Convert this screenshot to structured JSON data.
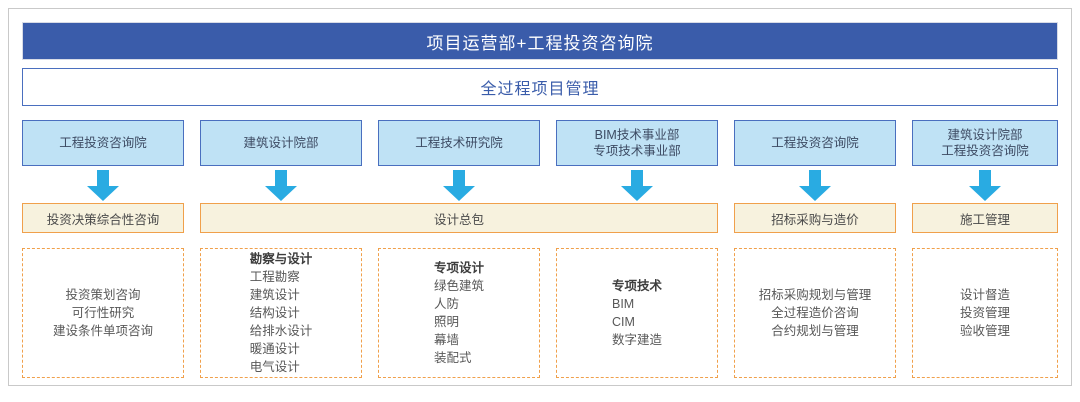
{
  "diagram": {
    "title": "项目运营部+工程投资咨询院",
    "subtitle": "全过程项目管理",
    "colors": {
      "title_bg": "#3A5CAA",
      "subtitle_text": "#3A5CAA",
      "dept_bg": "#BFE2F5",
      "dept_border": "#4A6FBF",
      "arrow": "#29ABE2",
      "phase_bg": "#F7F2DE",
      "phase_border": "#F0A04B",
      "detail_border": "#F0A04B",
      "outer_frame": "#c9c9c9"
    },
    "departments": [
      {
        "lines": [
          "工程投资咨询院"
        ]
      },
      {
        "lines": [
          "建筑设计院部"
        ]
      },
      {
        "lines": [
          "工程技术研究院"
        ]
      },
      {
        "lines": [
          "BIM技术事业部",
          "专项技术事业部"
        ]
      },
      {
        "lines": [
          "工程投资咨询院"
        ]
      },
      {
        "lines": [
          "建筑设计院部",
          "工程投资咨询院"
        ]
      }
    ],
    "phases": [
      {
        "label": "投资决策综合性咨询"
      },
      {
        "label": "设计总包"
      },
      {
        "label": "招标采购与造价"
      },
      {
        "label": "施工管理"
      }
    ],
    "details": [
      {
        "heading": "",
        "items": [
          "投资策划咨询",
          "可行性研究",
          "建设条件单项咨询"
        ]
      },
      {
        "heading": "勘察与设计",
        "items": [
          "工程勘察",
          "建筑设计",
          "结构设计",
          "给排水设计",
          "暖通设计",
          "电气设计"
        ]
      },
      {
        "heading": "专项设计",
        "items": [
          "绿色建筑",
          "人防",
          "照明",
          "幕墙",
          "装配式"
        ]
      },
      {
        "heading": "专项技术",
        "items": [
          "BIM",
          "CIM",
          "数字建造"
        ]
      },
      {
        "heading": "",
        "items": [
          "招标采购规划与管理",
          "全过程造价咨询",
          "合约规划与管理"
        ]
      },
      {
        "heading": "",
        "items": [
          "设计督造",
          "投资管理",
          "验收管理"
        ]
      }
    ]
  }
}
